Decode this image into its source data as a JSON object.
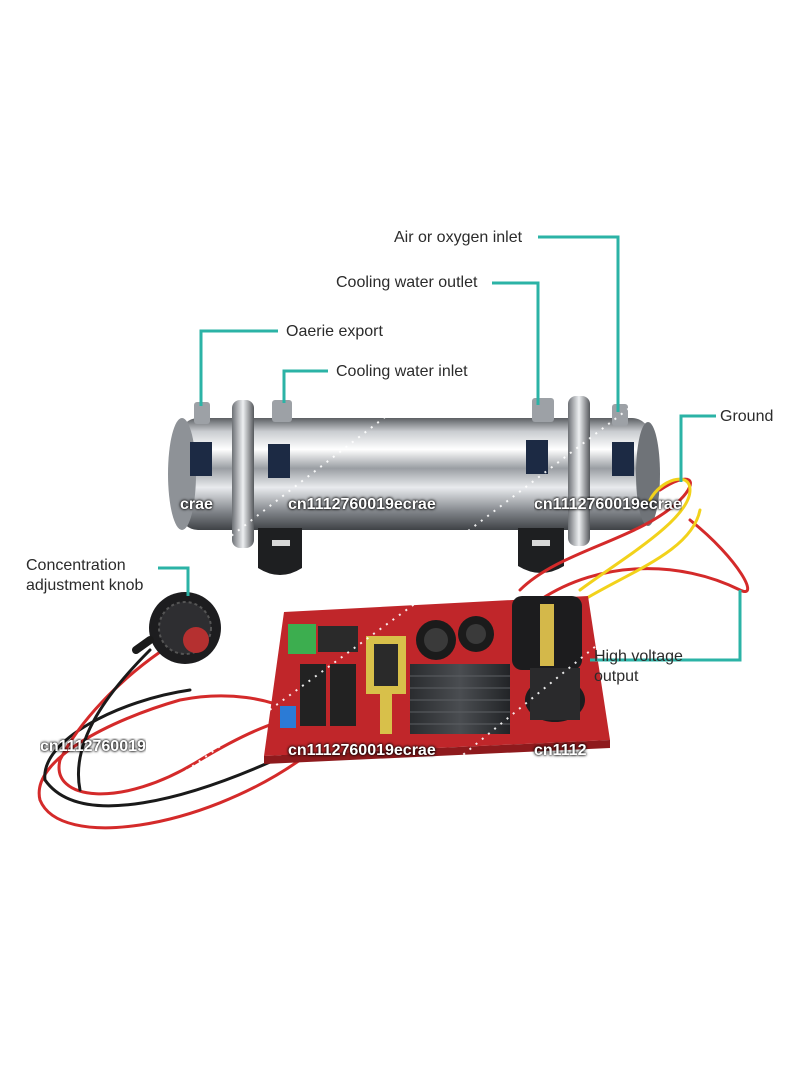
{
  "labels": {
    "air_inlet": "Air or oxygen inlet",
    "cooling_outlet": "Cooling water outlet",
    "ozone_export": "Oaerie export",
    "cooling_inlet": "Cooling water inlet",
    "ground": "Ground",
    "knob_line1": "Concentration",
    "knob_line2": "adjustment knob",
    "hv_line1": "High voltage",
    "hv_line2": "output"
  },
  "watermarks": {
    "w1": "crae",
    "w2": "cn1112760019ecrae",
    "w3": "cn1112760019ecrae",
    "w4": "cn1112760019ecrae",
    "w5": "cn1112760019",
    "w6": "cn1112"
  },
  "colors": {
    "leader": "#2bb3a6",
    "board": "#c0262a",
    "wire_red": "#d42a2a",
    "wire_yellow": "#f2d21b"
  }
}
